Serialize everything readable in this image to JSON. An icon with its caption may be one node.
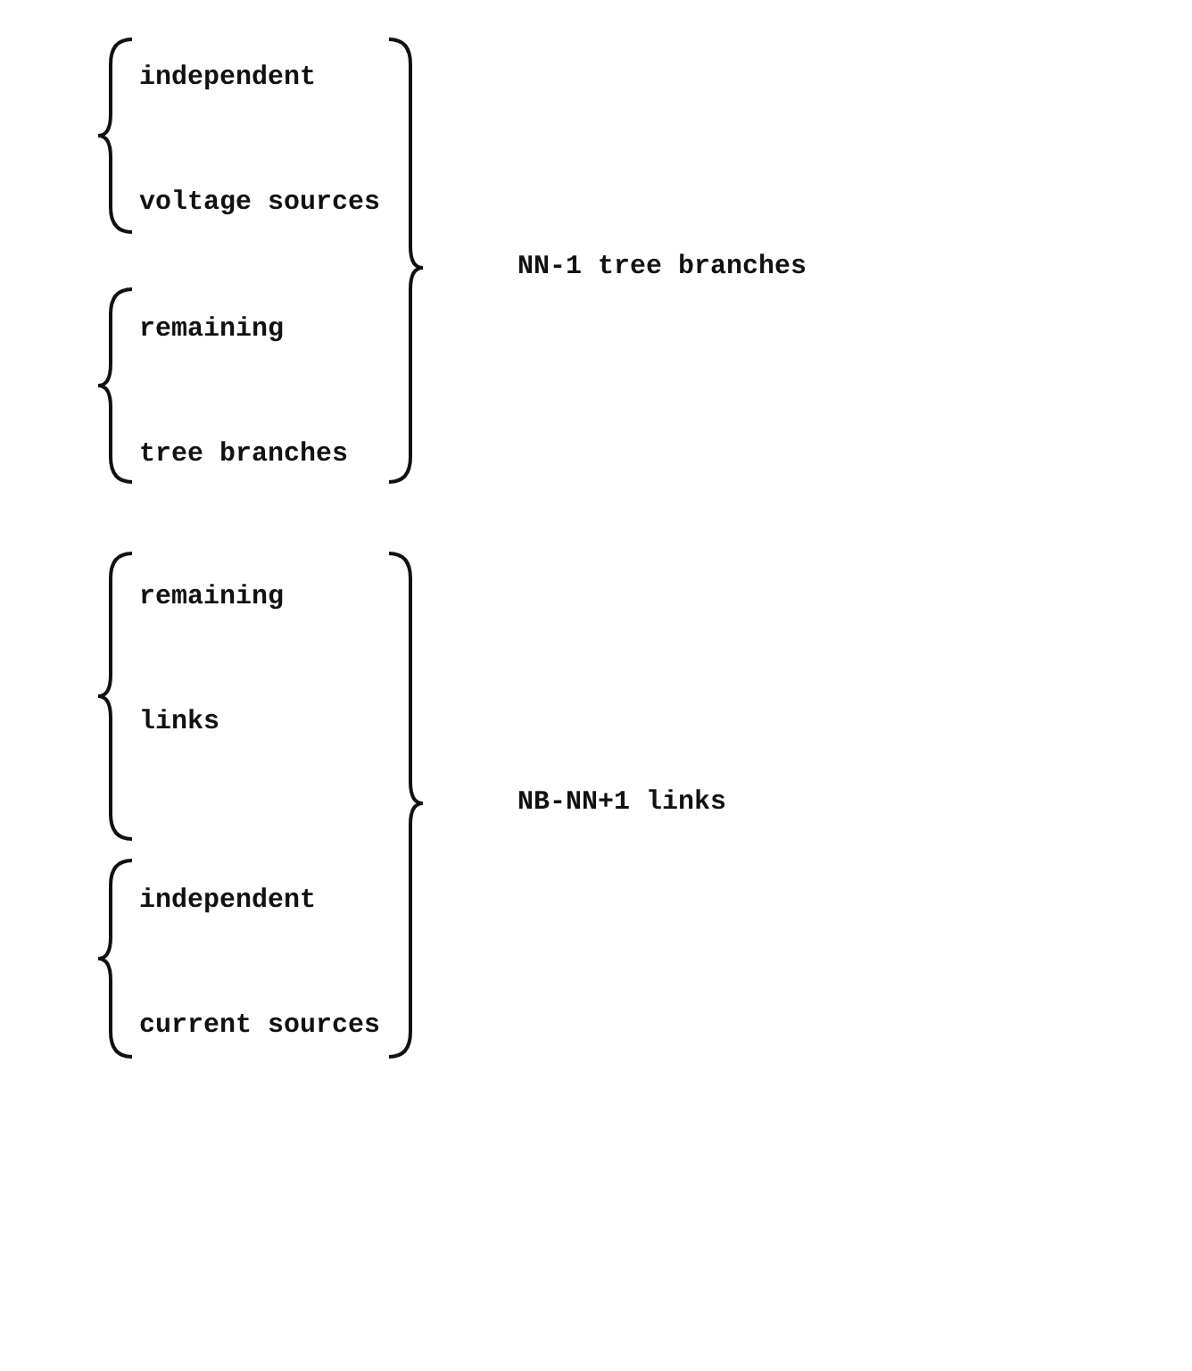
{
  "diagram": {
    "labels": [
      "independent voltage sources",
      "NN-1 tree branches",
      "remaining tree branches",
      "remaining links",
      "NB-NN+1 links",
      "independent current sources"
    ]
  }
}
